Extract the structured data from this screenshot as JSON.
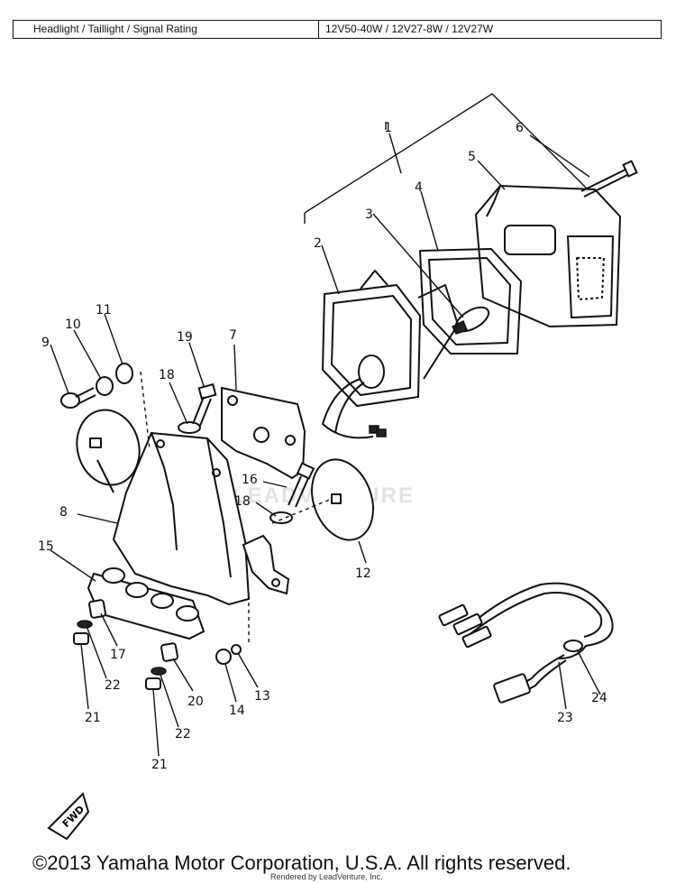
{
  "rating": {
    "label": "Headlight / Taillight / Signal Rating",
    "value": "12V50-40W / 12V27-8W / 12V27W"
  },
  "watermark": "LEADVENTURE",
  "fwd_label": "FWD",
  "parts": [
    "1",
    "2",
    "3",
    "4",
    "5",
    "6",
    "7",
    "8",
    "9",
    "10",
    "11",
    "12",
    "13",
    "14",
    "15",
    "16",
    "17",
    "18",
    "18",
    "19",
    "20",
    "21",
    "21",
    "22",
    "22",
    "23",
    "24"
  ],
  "copyright": "©2013 Yamaha Motor Corporation, U.S.A. All rights reserved.",
  "renderer_note": "Rendered by LeadVenture, Inc."
}
